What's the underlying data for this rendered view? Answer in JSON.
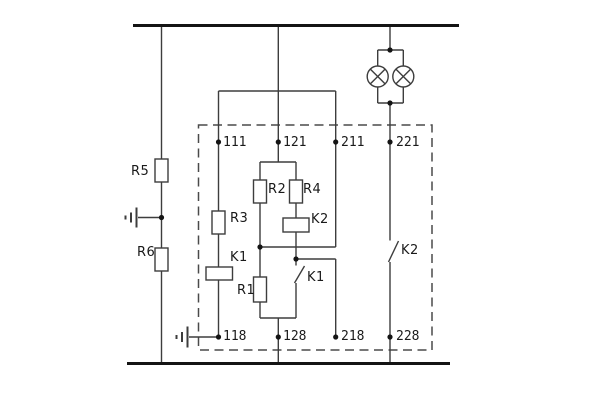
{
  "diagram": {
    "kind": "electrical-schematic",
    "description": "Relay lamp control circuit with dashed terminal block boundary"
  },
  "colors": {
    "background": "#ffffff",
    "wire": "#3d3d3d",
    "bus": "#141414",
    "label": "#1a1a1a",
    "dashed_border": "#4a4a4a"
  },
  "terminals": {
    "t111": "111",
    "t121": "121",
    "t211": "211",
    "t221": "221",
    "t118": "118",
    "t128": "128",
    "t218": "218",
    "t228": "228"
  },
  "components": {
    "r1": "R1",
    "r2": "R2",
    "r3": "R3",
    "r4": "R4",
    "r5": "R5",
    "r6": "R6",
    "k1_coil": "K1",
    "k2_coil": "K2",
    "k1_contact": "K1",
    "k2_contact": "K2"
  },
  "symbols": {
    "lamp_icon": "circle-with-diagonal-cross",
    "ground_icon": "earth-ground-three-bars",
    "relay_coil_icon": "rectangle-coil",
    "contact_icon": "normally-open-contact",
    "junction_icon": "filled-dot"
  }
}
